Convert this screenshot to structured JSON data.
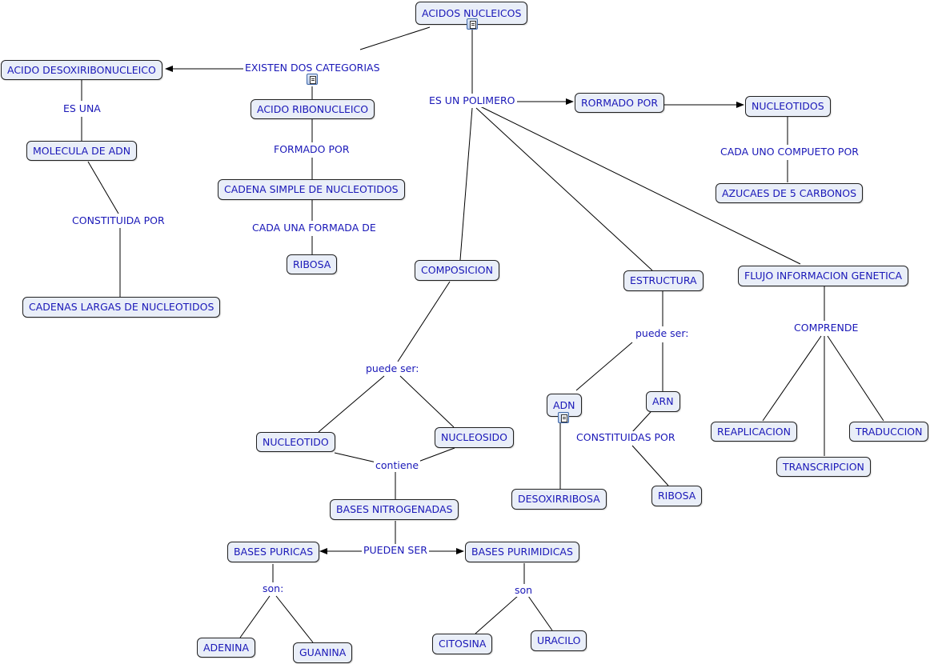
{
  "nodes": {
    "acidos": "ACIDOS NUCLEICOS",
    "desoxi": "ACIDO DESOXIRIBONUCLEICO",
    "ribo": "ACIDO RIBONUCLEICO",
    "molecula": "MOLECULA DE ADN",
    "cadena_simple": "CADENA SIMPLE DE NUCLEOTIDOS",
    "ribosa1": "RIBOSA",
    "cadenas_largas": "CADENAS LARGAS DE NUCLEOTIDOS",
    "rormado": "RORMADO POR",
    "nucleotidos": "NUCLEOTIDOS",
    "azucares": "AZUCAES DE 5 CARBONOS",
    "composicion": "COMPOSICION",
    "estructura": "ESTRUCTURA",
    "flujo": "FLUJO INFORMACION GENETICA",
    "nucleotido": "NUCLEOTIDO",
    "nucleosido": "NUCLEOSIDO",
    "bases_nitro": "BASES NITROGENADAS",
    "bases_puricas": "BASES PURICAS",
    "bases_purimidicas": "BASES PURIMIDICAS",
    "adenina": "ADENINA",
    "guanina": "GUANINA",
    "citosina": "CITOSINA",
    "uracilo": "URACILO",
    "adn": "ADN",
    "arn": "ARN",
    "desoxirribosa": "DESOXIRRIBOSA",
    "ribosa2": "RIBOSA",
    "replicacion": "REAPLICACION",
    "transcripcion": "TRANSCRIPCION",
    "traduccion": "TRADUCCION"
  },
  "links": {
    "existen": "EXISTEN DOS CATEGORIAS",
    "es_polimero": "ES UN POLIMERO",
    "es_una": "ES UNA",
    "constituida": "CONSTITUIDA POR",
    "formado": "FORMADO POR",
    "cada_una": "CADA UNA FORMADA DE",
    "cada_uno": "CADA UNO COMPUETO POR",
    "puede1": "puede ser:",
    "contiene": "contiene",
    "pueden": "PUEDEN SER",
    "son1": "son:",
    "son2": "son",
    "puede2": "puede ser:",
    "constituidas": "CONSTITUIDAS POR",
    "comprende": "COMPRENDE"
  },
  "icons": [
    "document-icon",
    "document-icon",
    "document-icon"
  ],
  "colors": {
    "text": "#1a18b8",
    "node_fill": "#e9eef8",
    "border": "#202020"
  }
}
